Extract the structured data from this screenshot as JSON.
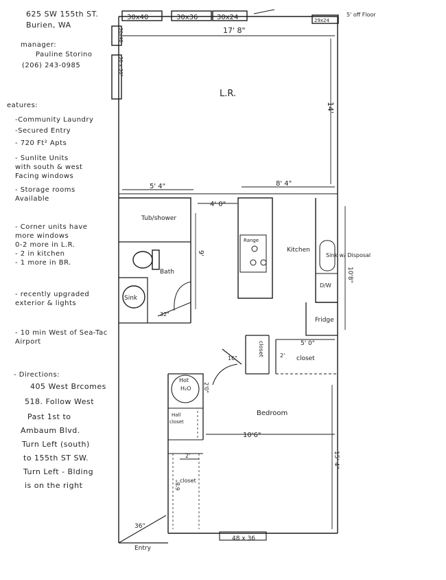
{
  "header": {
    "address_line1": "625 SW 155th ST.",
    "address_line2": "Burien, WA",
    "manager_label": "manager:",
    "manager_name": "Pauline Storino",
    "manager_phone": "(206) 243-0985"
  },
  "features": {
    "heading": "eatures:",
    "items": [
      "-Community Laundry",
      "-Secured Entry",
      "- 720 Ft² Apts",
      "- Sunlite Units\nwith south & west\nFacing windows",
      "- Storage rooms\nAvailable",
      "- Corner units have\nmore windows\n0-2 more in L.R.\n- 2 in kitchen\n- 1 more in BR.",
      "- recently upgraded\nexterior & lights",
      "- 10 min West of Sea-Tac\nAirport"
    ]
  },
  "directions": {
    "heading": "- Directions:",
    "lines": [
      "405 West Brcomes",
      "518. Follow West",
      "Past 1st to",
      "Ambaum Blvd.",
      "Turn Left (south)",
      "to 155th ST SW.",
      "Turn Left - Blding",
      "is on the right"
    ]
  },
  "plan": {
    "top_window_1": "30x40",
    "top_window_2": "30x36",
    "top_window_3": "30x24",
    "top_window_4": "29x24",
    "side_window_1": "36x48",
    "side_window_2": "36 x 30\"",
    "floor_note": "5' off Floor",
    "width_top": "17' 8\"",
    "lr_label": "L.R.",
    "lr_depth": "14'",
    "dim_5_4": "5' 4\"",
    "dim_8_4": "8' 4\"",
    "dim_4_0": "4' 0\"",
    "tub_label": "Tub/shower",
    "bath_label": "Bath",
    "bath_dim": "9'",
    "sink_label": "Sink",
    "door_dim": "32\"",
    "range_label": "Range",
    "kitchen_label": "Kitchen",
    "sink_disposal": "Sink w/ Disposal",
    "dw_label": "D/W",
    "fridge_label": "Fridge",
    "kitchen_depth": "10'8\"",
    "closet_v": "closet",
    "closet_2": "2'",
    "closet_5_0": "5' 0\"",
    "closet_h": "closet",
    "door_16": "16\"",
    "hot_h2o": "Hot\nH₂O",
    "dim_2_0": "2'0\"",
    "hall_closet": "Hall\ncloset",
    "bedroom_label": "Bedroom",
    "bedroom_width": "10'6\"",
    "bedroom_depth": "15' 4\"",
    "dim_2": "2'",
    "closet_lower": "closet",
    "closet_6_8": "6'8\"",
    "entry_dim": "36\"",
    "bottom_window": "48 x 36",
    "entry_label": "Entry"
  }
}
